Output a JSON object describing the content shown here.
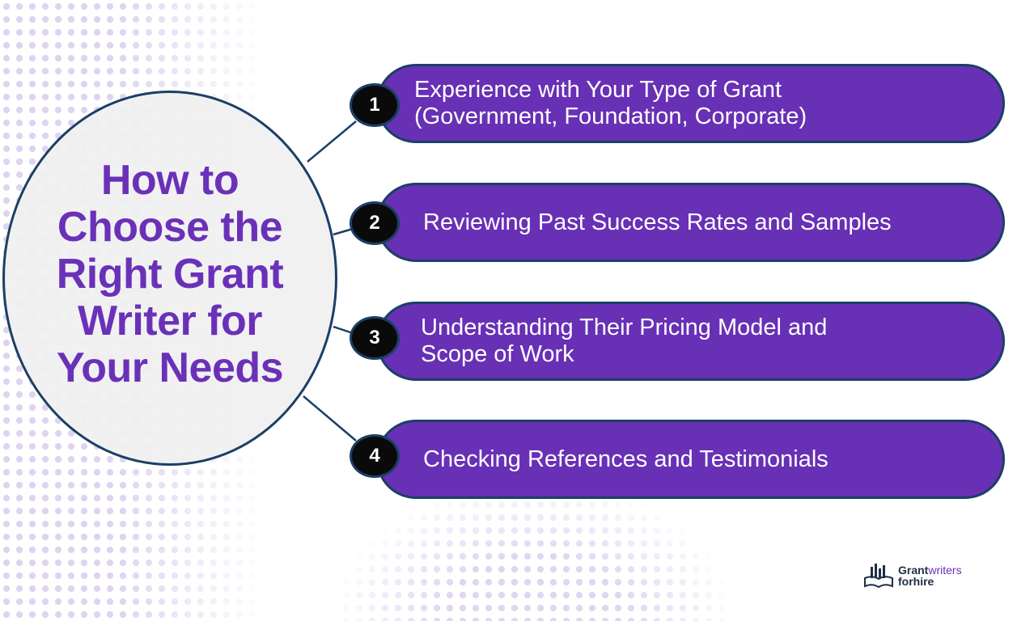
{
  "title": "How to Choose the Right Grant Writer for Your Needs",
  "steps": [
    {
      "number": "1",
      "text": "Experience with Your Type of Grant (Government, Foundation, Corporate)"
    },
    {
      "number": "2",
      "text": "Reviewing Past Success Rates and Samples"
    },
    {
      "number": "3",
      "text": "Understanding Their Pricing Model and Scope of Work"
    },
    {
      "number": "4",
      "text": "Checking References and Testimonials"
    }
  ],
  "logo": {
    "word1": "Grant",
    "word2": "writers",
    "word3": "forhire"
  },
  "colors": {
    "accent": "#6830b5",
    "outline": "#1b3f66",
    "badge": "#0a0a0a",
    "dots": "#d9cdef"
  }
}
